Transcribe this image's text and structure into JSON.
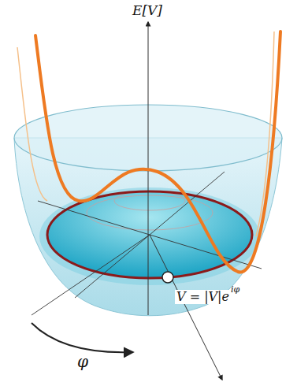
{
  "diagram": {
    "labels": [
      "E[V]",
      "V = |V|e",
      "iφ",
      "φ"
    ]
  }
}
